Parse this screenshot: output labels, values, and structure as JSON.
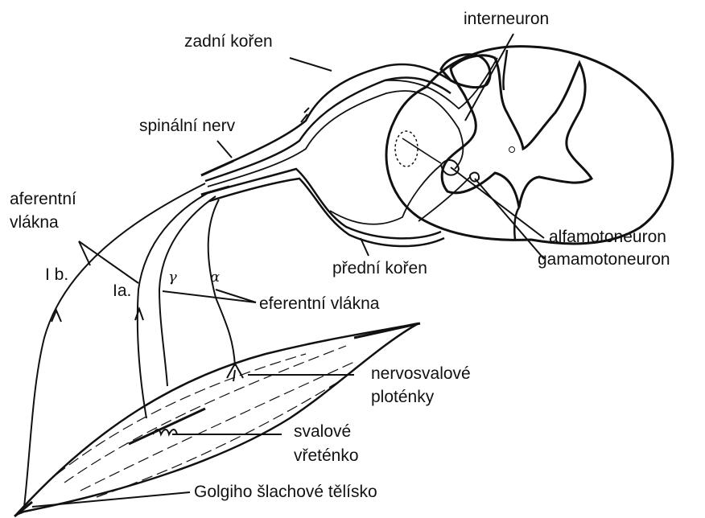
{
  "labels": {
    "zadni_koren": "zadní kořen",
    "interneuron": "interneuron",
    "spinalni_nerv": "spinální nerv",
    "aferentni_vlakna_line1": "aferentní",
    "aferentni_vlakna_line2": "vlákna",
    "ib": "I b.",
    "ia": "Ia.",
    "gamma_mark": "γ",
    "alpha_mark": "α",
    "predni_koren": "přední kořen",
    "alfamotoneuron": "alfamotoneuron",
    "gamamotoneuron": "gamamotoneuron",
    "eferentni_vlakna": "eferentní vlákna",
    "nervosvalove_line1": "nervosvalové",
    "nervosvalove_line2": "ploténky",
    "svalove_line1": "svalové",
    "svalove_line2": "vřeténko",
    "golgiho": "Golgiho šlachové tělísko"
  }
}
